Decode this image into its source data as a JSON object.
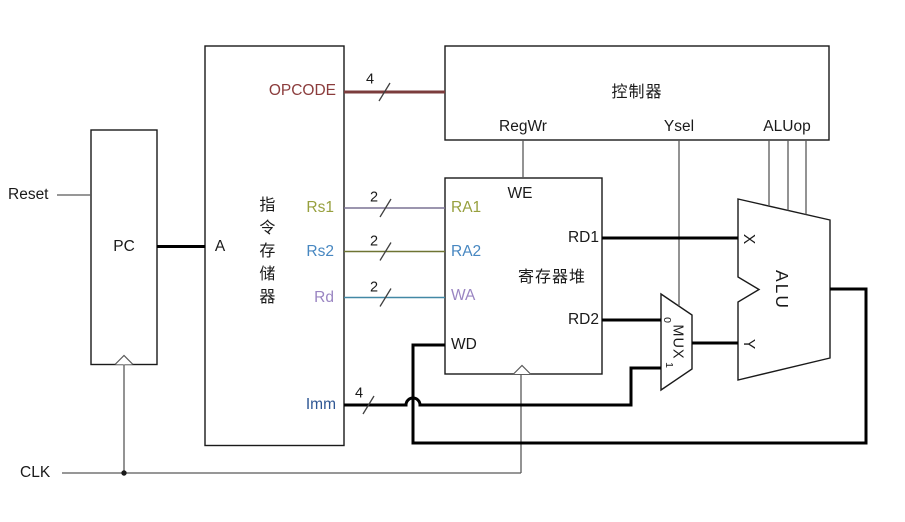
{
  "blocks": {
    "pc": {
      "label": "PC"
    },
    "instruction_memory": {
      "label": "指令存储器",
      "address_port": "A",
      "outputs": {
        "opcode": "OPCODE",
        "rs1": "Rs1",
        "rs2": "Rs2",
        "rd": "Rd",
        "imm": "Imm"
      }
    },
    "controller": {
      "label": "控制器",
      "outputs": {
        "regwr": "RegWr",
        "ysel": "Ysel",
        "aluop": "ALUop"
      }
    },
    "register_file": {
      "label": "寄存器堆",
      "ports": {
        "we": "WE",
        "ra1": "RA1",
        "ra2": "RA2",
        "wa": "WA",
        "wd": "WD",
        "rd1": "RD1",
        "rd2": "RD2"
      }
    },
    "mux": {
      "label": "MUX",
      "in0": "0",
      "in1": "1"
    },
    "alu": {
      "label": "ALU",
      "in_x": "X",
      "in_y": "Y"
    }
  },
  "signals": {
    "reset": "Reset",
    "clk": "CLK"
  },
  "bus_widths": {
    "opcode": "4",
    "rs1": "2",
    "rs2": "2",
    "rd": "2",
    "imm": "4"
  },
  "colors": {
    "background": "#ffffff",
    "ink": "#1a1a1a",
    "wire-gray": "#595959",
    "bus-black": "#000000",
    "bus-opcode": "#7b3c3c",
    "bus-rs1": "#7a7294",
    "bus-rs2": "#6e7433",
    "bus-rd": "#4288a5",
    "text-opcode": "#8b3c3c",
    "text-rs1": "#97a03e",
    "text-rs2": "#4787c1",
    "text-rd": "#9a85c2",
    "text-imm": "#2e5693"
  }
}
